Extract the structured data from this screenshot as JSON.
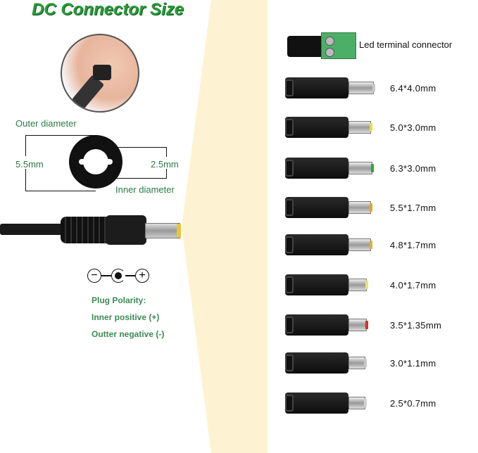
{
  "title": "DC Connector Size",
  "diagram": {
    "outer_label": "Outer diameter",
    "outer_value": "5.5mm",
    "inner_value": "2.5mm",
    "inner_label": "Inner diameter"
  },
  "polarity": {
    "symbols": [
      "−",
      "+"
    ],
    "heading": "Plug Polarity:",
    "inner": "Inner positive (+)",
    "outer": "Outter negative (-)"
  },
  "connectors": [
    {
      "label": "Led terminal connector"
    },
    {
      "label": "6.4*4.0mm",
      "tip_color": "#c8c8c8"
    },
    {
      "label": "5.0*3.0mm",
      "tip_color": "#f0d84a"
    },
    {
      "label": "6.3*3.0mm",
      "tip_color": "#2fa24a"
    },
    {
      "label": "5.5*1.7mm",
      "tip_color": "#e0a830"
    },
    {
      "label": "4.8*1.7mm",
      "tip_color": "#d8b040"
    },
    {
      "label": "4.0*1.7mm",
      "tip_color": "#f0e070"
    },
    {
      "label": "3.5*1.35mm",
      "tip_color": "#d83020"
    },
    {
      "label": "3.0*1.1mm",
      "tip_color": "#c8c8c8"
    },
    {
      "label": "2.5*0.7mm",
      "tip_color": "#d0d0d0"
    }
  ]
}
